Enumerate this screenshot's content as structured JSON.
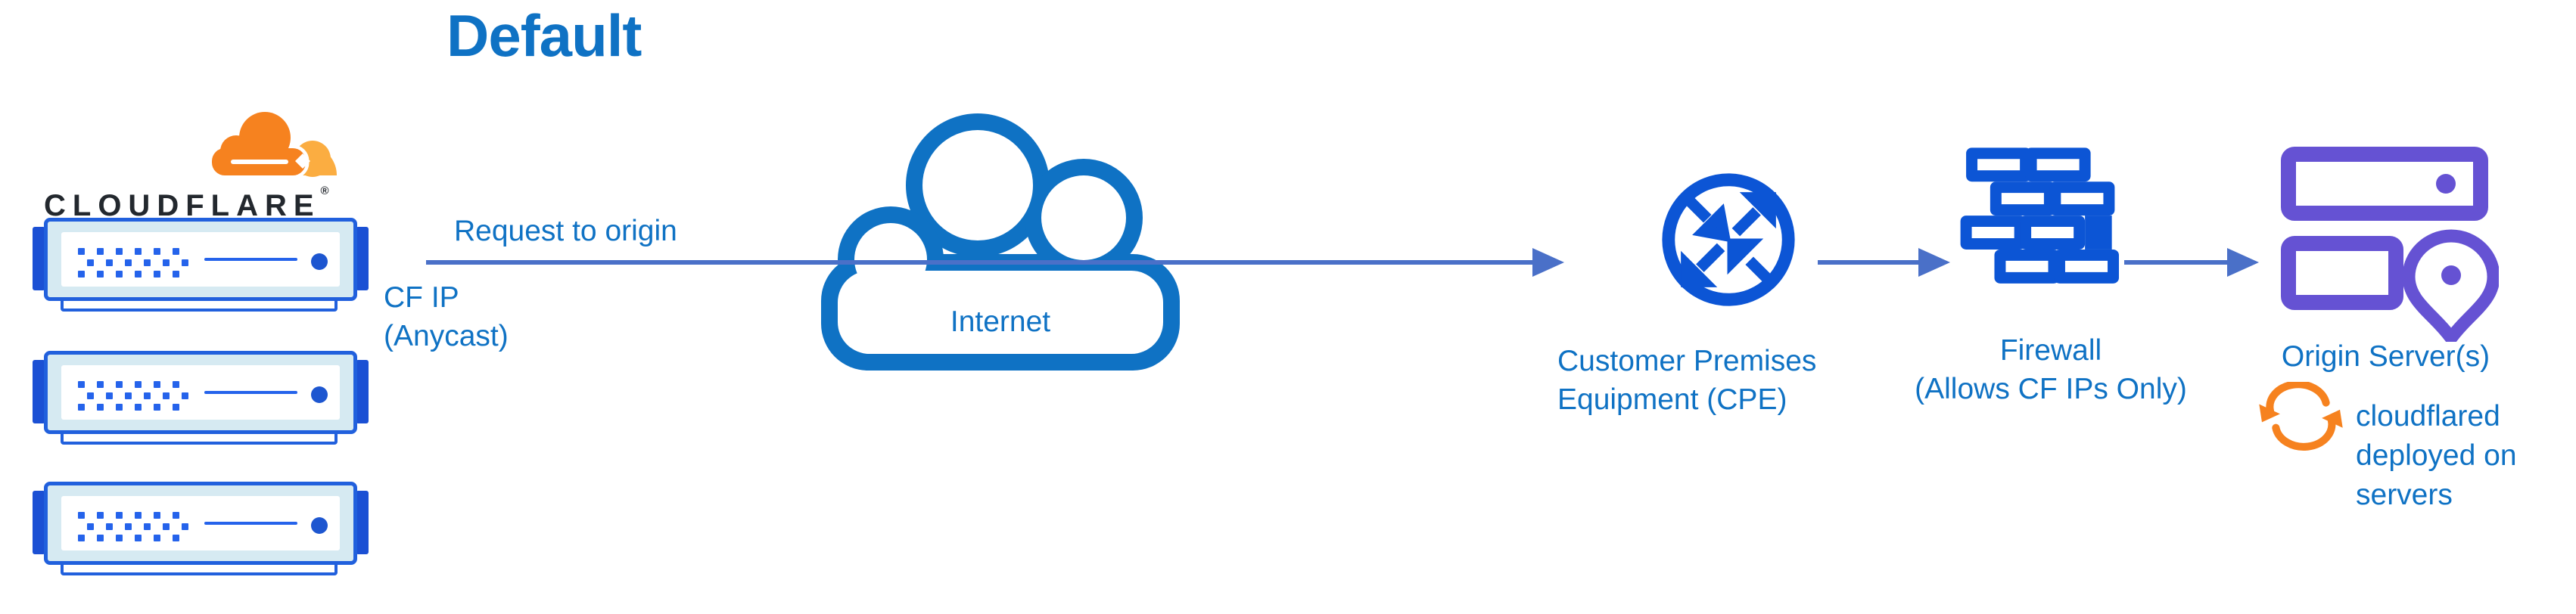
{
  "title": "Default",
  "brand": {
    "wordmark": "CLOUDFLARE",
    "registered_mark": "®"
  },
  "colors": {
    "text_blue": "#0f72c4",
    "flow_line_blue": "#4a70c8",
    "icon_blue": "#0c55d5",
    "server_border_blue": "#2160dd",
    "server_tab_blue": "#1b50d4",
    "server_fill_cyan": "#d6eaf2",
    "dot_blue": "#2563eb",
    "origin_purple": "#6552d3",
    "cloudflare_orange": "#f6821f",
    "cloudflare_orange_light": "#fbad41",
    "wordmark_dark": "#23282e"
  },
  "edge_labels": {
    "request_to_origin": "Request to origin",
    "cf_ip_line1": "CF IP",
    "cf_ip_line2": "(Anycast)"
  },
  "nodes": {
    "cloudflare_edge": {
      "icon": "server-rack-icon",
      "server_count": 3
    },
    "internet": {
      "label": "Internet",
      "icon": "cloud-outline-icon"
    },
    "cpe": {
      "label_line1": "Customer Premises",
      "label_line2": "Equipment (CPE)",
      "icon": "router-crossing-arrows-icon"
    },
    "firewall": {
      "label_line1": "Firewall",
      "label_line2": "(Allows CF IPs Only)",
      "icon": "brick-wall-icon"
    },
    "origin": {
      "label": "Origin Server(s)",
      "icon": "servers-with-location-pin-icon"
    },
    "cloudflared": {
      "line1": "cloudflared",
      "line2": "deployed on",
      "line3": "servers",
      "icon": "sync-arrows-icon"
    }
  }
}
